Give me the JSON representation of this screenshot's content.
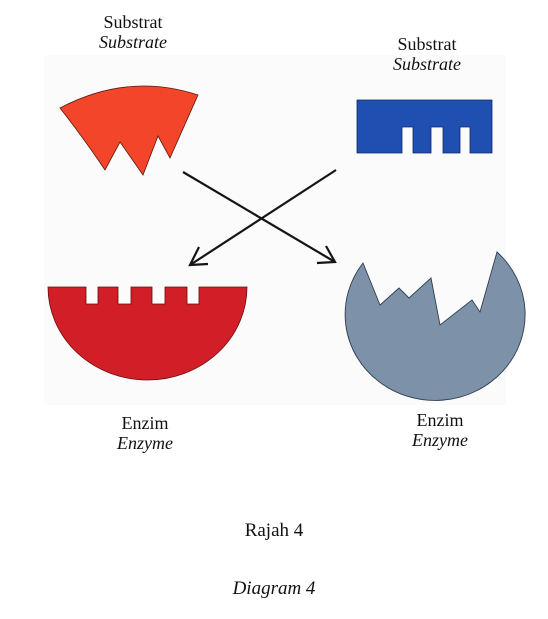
{
  "substrate_left": {
    "ms": "Substrat",
    "en": "Substrate",
    "color": "#f2452a"
  },
  "substrate_right": {
    "ms": "Substrat",
    "en": "Substrate",
    "color": "#1f4fb0"
  },
  "enzyme_left": {
    "ms": "Enzim",
    "en": "Enzyme",
    "color": "#d21f27"
  },
  "enzyme_right": {
    "ms": "Enzim",
    "en": "Enzyme",
    "color": "#7d91a8"
  },
  "caption": {
    "ms": "Rajah 4",
    "en": "Diagram 4"
  }
}
